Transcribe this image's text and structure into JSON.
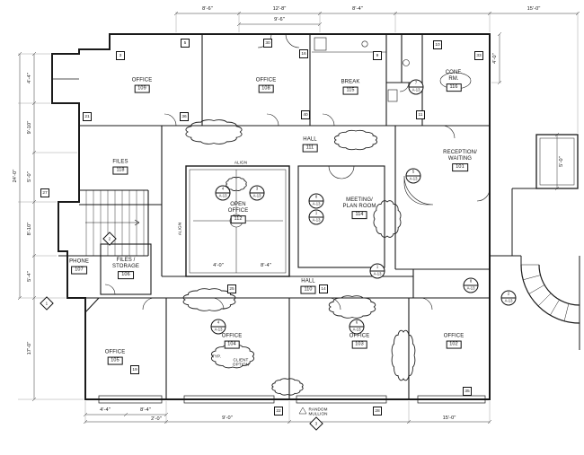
{
  "colors": {
    "ink": "#1a1a1a",
    "background": "#ffffff"
  },
  "rooms": [
    {
      "name": "OFFICE",
      "number": "109"
    },
    {
      "name": "OFFICE",
      "number": "108"
    },
    {
      "name": "BREAK",
      "number": "115"
    },
    {
      "name": "CONF.\nRM.",
      "number": "116"
    },
    {
      "name": "FILES",
      "number": "118"
    },
    {
      "name": "HALL",
      "number": "111"
    },
    {
      "name": "OPEN\nOFFICE",
      "number": "112"
    },
    {
      "name": "MEETING/\nPLAN ROOM",
      "number": "114"
    },
    {
      "name": "RECEPTION/\nWAITING",
      "number": "101"
    },
    {
      "name": "PHONE",
      "number": "107"
    },
    {
      "name": "FILES /\nSTORAGE",
      "number": "106"
    },
    {
      "name": "HALL",
      "number": "110"
    },
    {
      "name": "OFFICE",
      "number": "105"
    },
    {
      "name": "OFFICE",
      "number": "104"
    },
    {
      "name": "OFFICE",
      "number": "103"
    },
    {
      "name": "OFFICE",
      "number": "102"
    }
  ],
  "dims": {
    "top": [
      "8'-6\"",
      "12'-8\"",
      "8'-4\"",
      "15'-0\"",
      "9'-6\""
    ],
    "left": [
      "4'-4\"",
      "9'-10\"",
      "5'-0\"",
      "8'-10\"",
      "5'-4\"",
      "17'-0\"",
      "24'-0\""
    ],
    "bottom": [
      "4'-4\"",
      "8'-4\"",
      "2'-0\"",
      "9'-0\"",
      "15'-0\""
    ],
    "right": [
      "4'-0\"",
      "5'-0\""
    ],
    "interior": [
      "4'-0\"",
      "8'-4\""
    ]
  },
  "elev_markers": [
    {
      "num": "4",
      "sheet": "A-13"
    },
    {
      "num": "3",
      "sheet": "A-13"
    },
    {
      "num": "8",
      "sheet": "A-13"
    },
    {
      "num": "1",
      "sheet": "A-13"
    },
    {
      "num": "5",
      "sheet": "A-13"
    },
    {
      "num": "1",
      "sheet": "A-13"
    },
    {
      "num": "8",
      "sheet": "A-13"
    },
    {
      "num": "2",
      "sheet": "A-13"
    },
    {
      "num": "4",
      "sheet": "A-13"
    },
    {
      "num": "6",
      "sheet": "A-13"
    },
    {
      "num": "7",
      "sheet": "A-13"
    }
  ],
  "keynotes": [
    "5",
    "30",
    "16",
    "9",
    "10",
    "33",
    "3",
    "21",
    "27",
    "36",
    "40",
    "11",
    "25",
    "14",
    "19",
    "22",
    "28",
    "35"
  ],
  "diamonds": [
    "1",
    "2",
    "3"
  ],
  "notes": {
    "align1": "ALIGN",
    "align2": "ALIGN",
    "random_mullion": "RANDOM\nMULLION",
    "client_option": "CLIENT\nOPTION",
    "typ": "TYP."
  }
}
